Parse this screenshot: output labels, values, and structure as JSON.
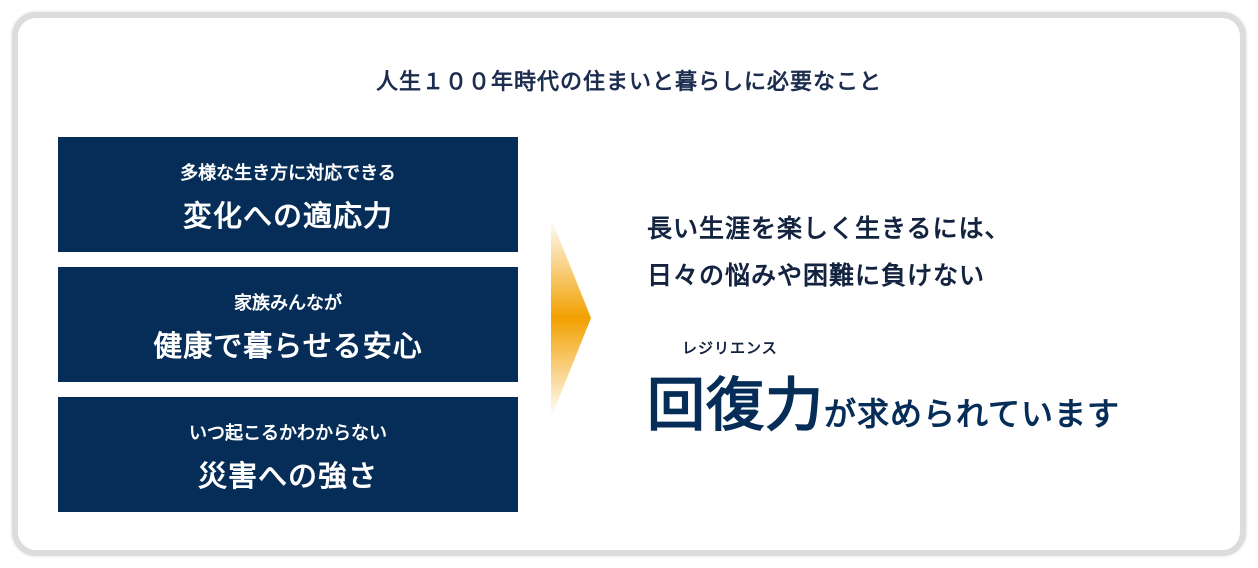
{
  "heading": "人生１００年時代の住まいと暮らしに必要なこと",
  "boxes": [
    {
      "sub": "多様な生き方に対応できる",
      "main": "変化への適応力"
    },
    {
      "sub": "家族みんなが",
      "main": "健康で暮らせる安心"
    },
    {
      "sub": "いつ起こるかわからない",
      "main": "災害への強さ"
    }
  ],
  "message": {
    "line1": "長い生涯を楽しく生きるには、",
    "line2": "日々の悩みや困難に負けない",
    "ruby": "レジリエンス",
    "keyword": "回復力",
    "rest": "が求められています"
  },
  "colors": {
    "box_bg": "#052d57",
    "text_dark": "#14233f",
    "arrow_top": "#ffffff",
    "arrow_mid": "#f2a000"
  }
}
